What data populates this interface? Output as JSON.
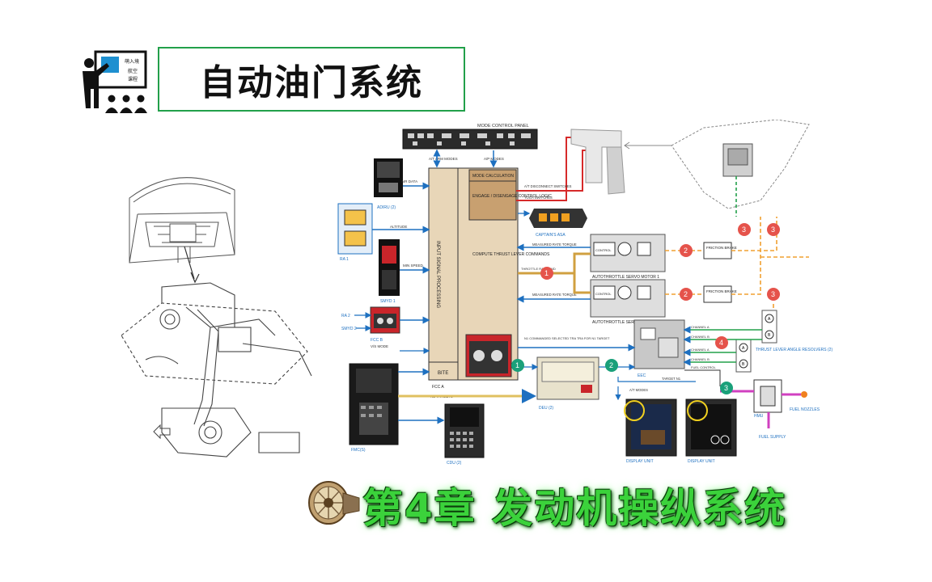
{
  "header": {
    "title": "自动油门系统"
  },
  "presenter_screen": {
    "lines": [
      "萌入境",
      "航空",
      "课程"
    ]
  },
  "footer": {
    "chapter": "第4章 发动机操纵系统"
  },
  "diagram": {
    "mcp": "MODE CONTROL PANEL",
    "arm_modes": "A/T ARM MODES",
    "ap_modes": "A/P MODES",
    "adiru": "ADIRU (2)",
    "air_data": "AIR DATA",
    "altitude": "ALTITUDE",
    "ra1": "RA 1",
    "ra2": "RA 2",
    "smyd1": "SMYD 1",
    "smyd2": "SMYD 2",
    "min_speed": "MIN SPEED",
    "fccb": "FCC B",
    "fcca": "FCC A",
    "input_processing": "INPUT SIGNAL PROCESSING",
    "bite": "BITE",
    "mode_calc": "MODE CALCULATION",
    "engage_logic": "ENGAGE / DISENGAGE CONTROL LOGIC",
    "compute": "COMPUTE THRUST LEVER COMMANDS",
    "at_disconnect": "A/T DISCONNECT SWITCHES",
    "toga": "TOGA SWITCHES",
    "captains_asa": "CAPTAIN'S ASA",
    "measured_rate1": "MEASURED RATE TORQUE",
    "measured_rate2": "MEASURED RATE TORQUE",
    "rate_torque_cmd": "THROTTLE RATE CMD",
    "servo1": "AUTOTHROTTLE SERVO MOTOR 1",
    "servo2": "AUTOTHROTTLE SERVO MOTOR 2",
    "control": "CONTROL",
    "friction_brake": "FRICTION BRAKE",
    "channel_a": "CHANNEL A",
    "channel_b": "CHANNEL B",
    "resolvers": "THRUST LEVER ANGLE RESOLVERS (2)",
    "eec": "EEC",
    "n1_cmd": "N1 COMMANDED SELECTED TRA TRA FOR N1 TARGET",
    "fuel_control": "FUEL CONTROL",
    "target_n1": "TARGET N1",
    "n1_targets": "N1 TARGETS",
    "deu": "DEU (2)",
    "at_modes": "A/T MODES",
    "fmc": "FMC(S)",
    "cdu": "CDU (2)",
    "display_unit_1": "DISPLAY UNIT",
    "display_unit_2": "DISPLAY UNIT",
    "hmu": "HMU",
    "fuel_nozzles": "FUEL NOZZLES",
    "fuel_supply": "FUEL SUPPLY",
    "vs_mode": "V/S MODE",
    "fcc_badge": "1",
    "badges": [
      "1",
      "1",
      "2",
      "2",
      "2",
      "3",
      "3",
      "3",
      "3",
      "4"
    ]
  },
  "colors": {
    "title_border": "#22a04a",
    "chapter_text": "#3bd23b",
    "fcc_fill": "#e8d6b8",
    "badge_red": "#e5534b",
    "badge_green": "#1aa07a"
  }
}
